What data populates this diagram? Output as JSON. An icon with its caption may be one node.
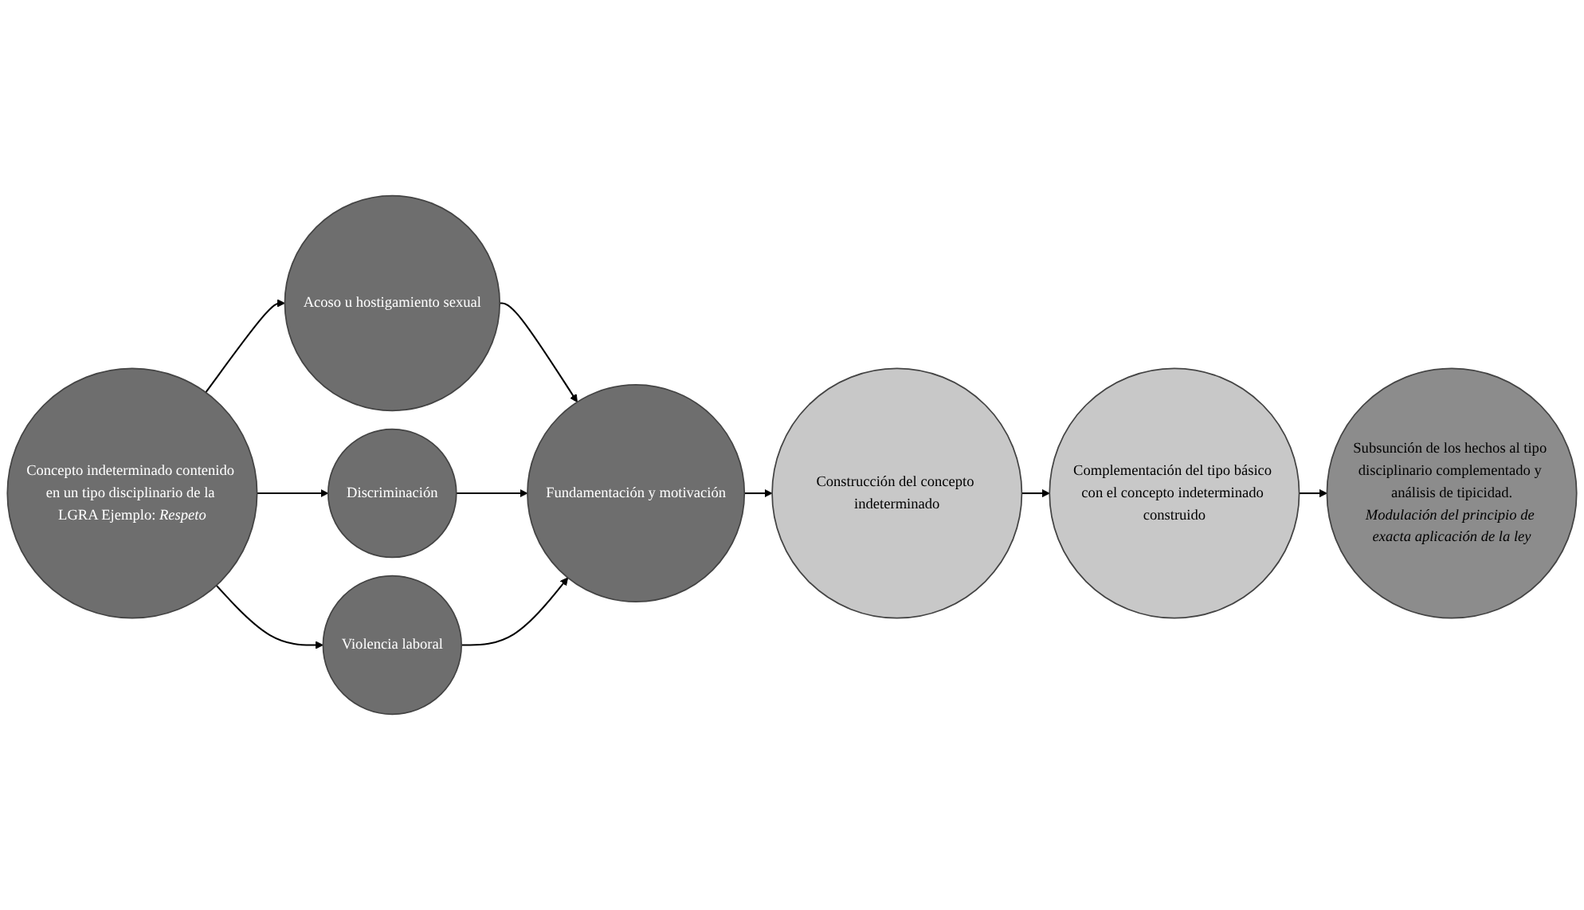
{
  "diagram": {
    "nodes": [
      {
        "text": [
          "Concepto indeterminado contenido en un tipo disciplinario de la LGRA Ejemplo: *Respeto*"
        ]
      },
      {
        "text": [
          "Acoso u hostigamiento sexual"
        ]
      },
      {
        "text": [
          "Discriminación"
        ]
      },
      {
        "text": [
          "Violencia laboral"
        ]
      },
      {
        "text": [
          "Fundamentación y motivación"
        ]
      },
      {
        "text": [
          "Construcción del concepto indeterminado"
        ]
      },
      {
        "text": [
          "Complementación del tipo básico con el concepto indeterminado construido"
        ]
      },
      {
        "text": [
          "Subsunción de los hechos al tipo disciplinario complementado y análisis de tipicidad.",
          "*Modulación del principio de exacta aplicación de la ley*"
        ]
      }
    ],
    "edges": [
      {
        "from": 0,
        "to": 1,
        "arrow": "to"
      },
      {
        "from": 0,
        "to": 2,
        "arrow": "to"
      },
      {
        "from": 0,
        "to": 3,
        "arrow": "to"
      },
      {
        "from": 1,
        "to": 4,
        "arrow": "to"
      },
      {
        "from": 2,
        "to": 4,
        "arrow": "to"
      },
      {
        "from": 3,
        "to": 4,
        "arrow": "to"
      },
      {
        "from": 4,
        "to": 5,
        "arrow": "to"
      },
      {
        "from": 5,
        "to": 6,
        "arrow": "to"
      },
      {
        "from": 6,
        "to": 7,
        "arrow": "to"
      }
    ]
  }
}
